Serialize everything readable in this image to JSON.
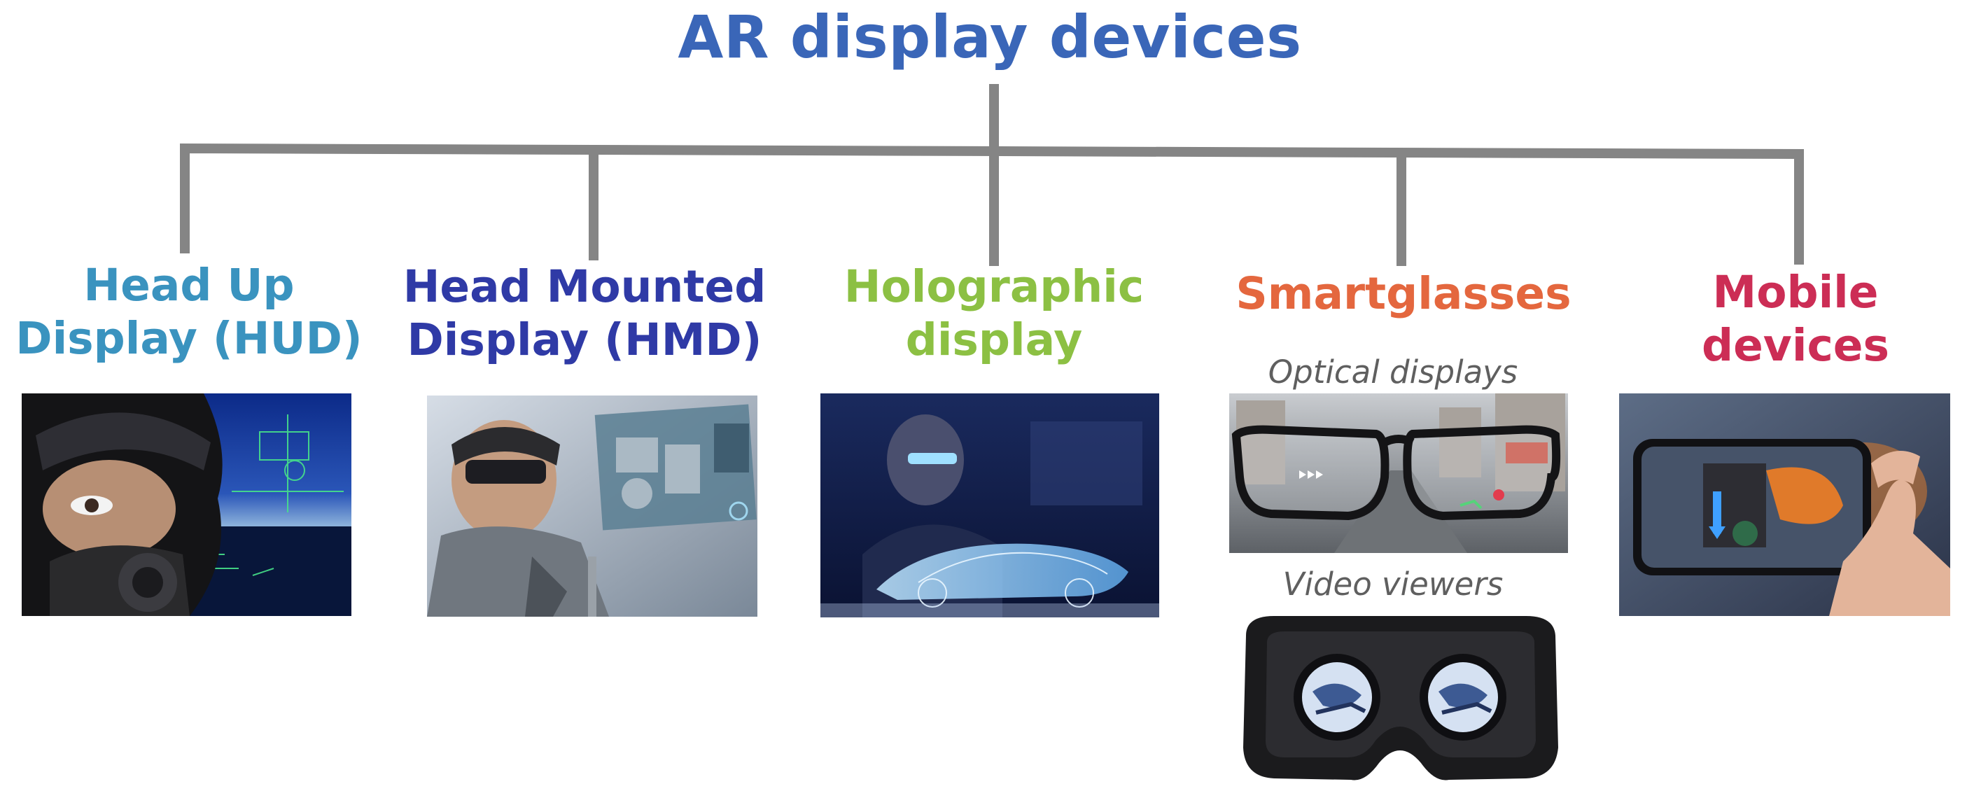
{
  "title": "AR display devices",
  "categories": [
    {
      "id": "hud",
      "lines": [
        "Head Up",
        "Display (HUD)"
      ],
      "color": "#3a93bf",
      "image": "pilot-with-head-up-display-photo"
    },
    {
      "id": "hmd",
      "lines": [
        "Head Mounted",
        "Display (HMD)"
      ],
      "color": "#2f3aa6",
      "image": "worker-with-head-mounted-display-photo"
    },
    {
      "id": "holo",
      "lines": [
        "Holographic",
        "display"
      ],
      "color": "#8cc043",
      "image": "holographic-car-display-photo"
    },
    {
      "id": "smart",
      "lines": [
        "Smartglasses"
      ],
      "color": "#e4673e",
      "subtypes": [
        {
          "label": "Optical displays",
          "image": "optical-smartglasses-photo"
        },
        {
          "label": "Video viewers",
          "image": "video-viewer-headset-photo"
        }
      ]
    },
    {
      "id": "mobile",
      "lines": [
        "Mobile",
        "devices"
      ],
      "color": "#cc2d55",
      "image": "mobile-phone-ar-photo"
    }
  ],
  "colors": {
    "title": "#3a66b8",
    "connector": "#858585",
    "caption": "#5f5f5f"
  }
}
